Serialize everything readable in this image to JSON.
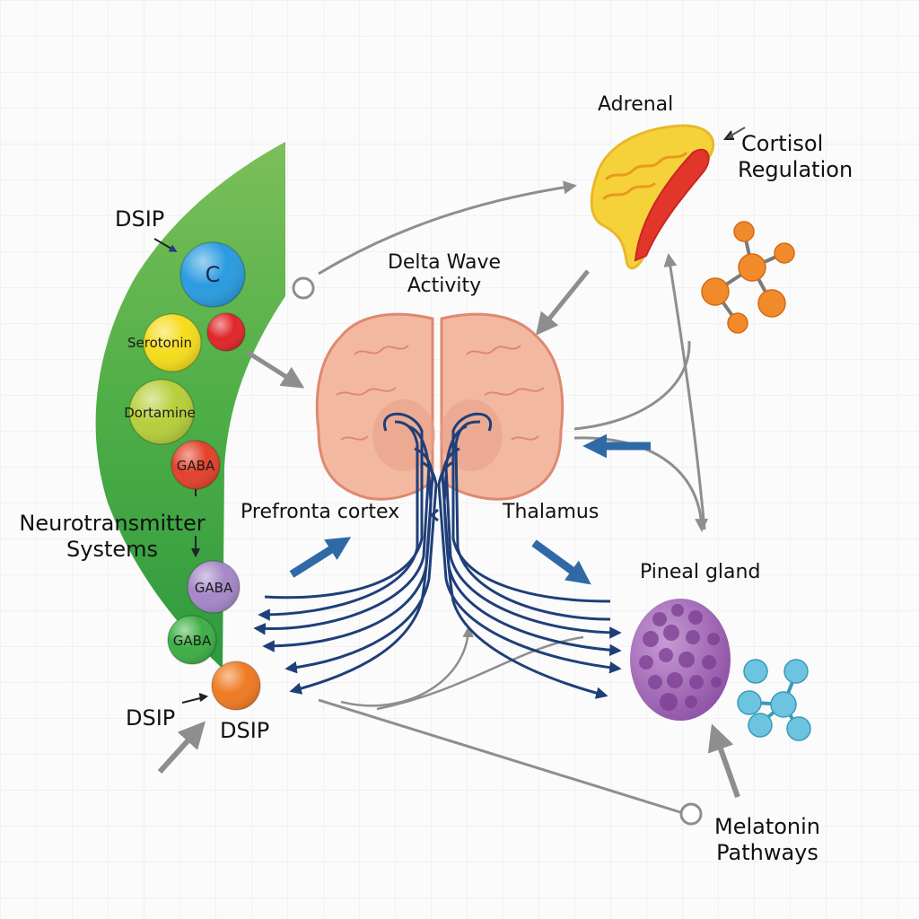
{
  "title": "Delta Wave Activity",
  "colors": {
    "arc_green": "#4caf50",
    "gray_arrow": "#8e8e8e",
    "blue_arrow": "#2f6aa6",
    "neural_line": "#1f3f7a",
    "brain": "#f1b49a",
    "adrenal_outer": "#f6d23a",
    "adrenal_inner": "#e2362b",
    "pineal": "#9a5bb0",
    "molecule_orange": "#f08a2a",
    "molecule_blue": "#6cc4e0"
  },
  "neurotransmitters": {
    "section_label_line1": "Neurotransmitter",
    "section_label_line2": "Systems",
    "dsip_top_label": "DSIP",
    "balls": [
      {
        "label": "C",
        "color": "#2a9be0"
      },
      {
        "label": "",
        "color": "#e0262b"
      },
      {
        "label": "Serotonin",
        "color": "#f5dc1c"
      },
      {
        "label": "Dortamine",
        "color": "#b6cf3a"
      },
      {
        "label": "GABA",
        "color": "#e3412c"
      },
      {
        "label": "GABA",
        "color": "#a687c8"
      },
      {
        "label": "GABA",
        "color": "#3fae45"
      },
      {
        "label": "",
        "color": "#f07a22"
      }
    ],
    "dsip_bottom_left": "DSIP",
    "dsip_bottom_right": "DSIP"
  },
  "brain": {
    "title_line1": "Delta Wave",
    "title_line2": "Activity",
    "left_label": "Prefronta cortex",
    "right_label": "Thalamus"
  },
  "adrenal": {
    "label": "Adrenal",
    "side_label_line1": "Cortisol",
    "side_label_line2": "Regulation"
  },
  "pineal": {
    "label": "Pineal gland",
    "pathway_line1": "Melatonin",
    "pathway_line2": "Pathways"
  }
}
